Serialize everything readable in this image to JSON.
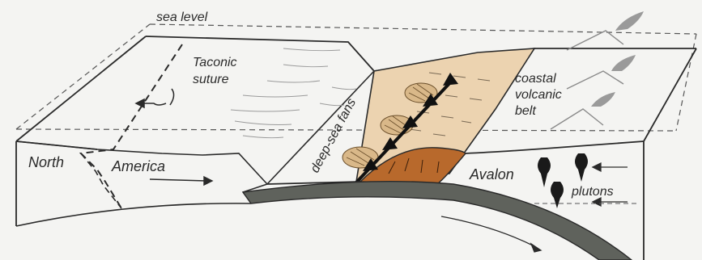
{
  "labels": {
    "sea_level": "sea level",
    "taconic_1": "Taconic",
    "taconic_2": "suture",
    "deep_sea_fans": "deep-sea fans",
    "coastal_1": "coastal",
    "coastal_2": "volcanic",
    "coastal_3": "belt",
    "north": "North",
    "america": "America",
    "avalon": "Avalon",
    "plutons": "plutons"
  },
  "colors": {
    "paper": "#f4f4f2",
    "line": "#2a2a2a",
    "sediment_tan": "#ecd3b0",
    "wedge_brown": "#b8692c",
    "slab_gray": "#5f625c",
    "pluton_black": "#1a1a1a",
    "volcano_gray": "#8a8a8a"
  }
}
